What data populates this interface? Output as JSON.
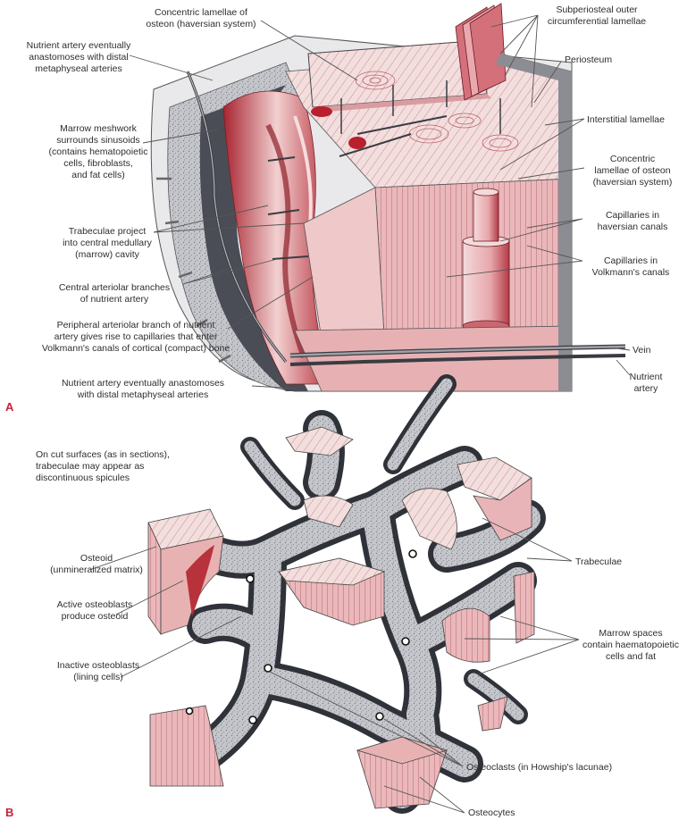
{
  "colors": {
    "bone_pink": "#e8b2b2",
    "bone_red": "#b8323c",
    "marrow_dark": "#4a4d55",
    "periosteum_gray": "#8b8d93",
    "speckle_gray": "#b9bbc0",
    "panel_letter": "#c4223a"
  },
  "panel_a": {
    "letter": "A",
    "labels": {
      "concentric_top": [
        "Concentric lamellae of",
        "osteon (haversian system)"
      ],
      "nutrient_top": [
        "Nutrient artery eventually",
        "anastomoses with distal",
        "metaphyseal arteries"
      ],
      "marrow": [
        "Marrow meshwork",
        "surrounds sinusoids",
        "(contains hematopoietic",
        "cells, fibroblasts,",
        "and fat cells)"
      ],
      "trabeculae": [
        "Trabeculae project",
        "into central medullary",
        "(marrow) cavity"
      ],
      "central_arteriolar": [
        "Central arteriolar branches",
        "of nutrient artery"
      ],
      "peripheral": [
        "Peripheral arteriolar branch of nutrient",
        "artery gives rise to capillaries that enter",
        "Volkmann's canals of cortical (compact) bone"
      ],
      "nutrient_bottom": [
        "Nutrient artery eventually anastomoses",
        "with distal metaphyseal arteries"
      ],
      "subperiosteal": [
        "Subperiosteal outer",
        "circumferential lamellae"
      ],
      "periosteum": [
        "Periosteum"
      ],
      "interstitial": [
        "Interstitial lamellae"
      ],
      "concentric_right": [
        "Concentric",
        "lamellae of osteon",
        "(haversian system)"
      ],
      "cap_haversian": [
        "Capillaries in",
        "haversian canals"
      ],
      "cap_volkmann": [
        "Capillaries in",
        "Volkmann's canals"
      ],
      "vein": [
        "Vein"
      ],
      "nutrient_artery": [
        "Nutrient",
        "artery"
      ]
    }
  },
  "panel_b": {
    "letter": "B",
    "labels": {
      "cut_surfaces": [
        "On cut surfaces (as in sections),",
        "trabeculae may appear as",
        "discontinuous spicules"
      ],
      "osteoid": [
        "Osteoid",
        "(unmineralized matrix)"
      ],
      "active": [
        "Active osteoblasts",
        "produce osteoid"
      ],
      "inactive": [
        "Inactive osteoblasts",
        "(lining cells)"
      ],
      "trabeculae": [
        "Trabeculae"
      ],
      "marrow_spaces": [
        "Marrow spaces",
        "contain haematopoietic",
        "cells and fat"
      ],
      "osteoclasts": [
        "Osteoclasts (in Howship's lacunae)"
      ],
      "osteocytes": [
        "Osteocytes"
      ]
    }
  }
}
